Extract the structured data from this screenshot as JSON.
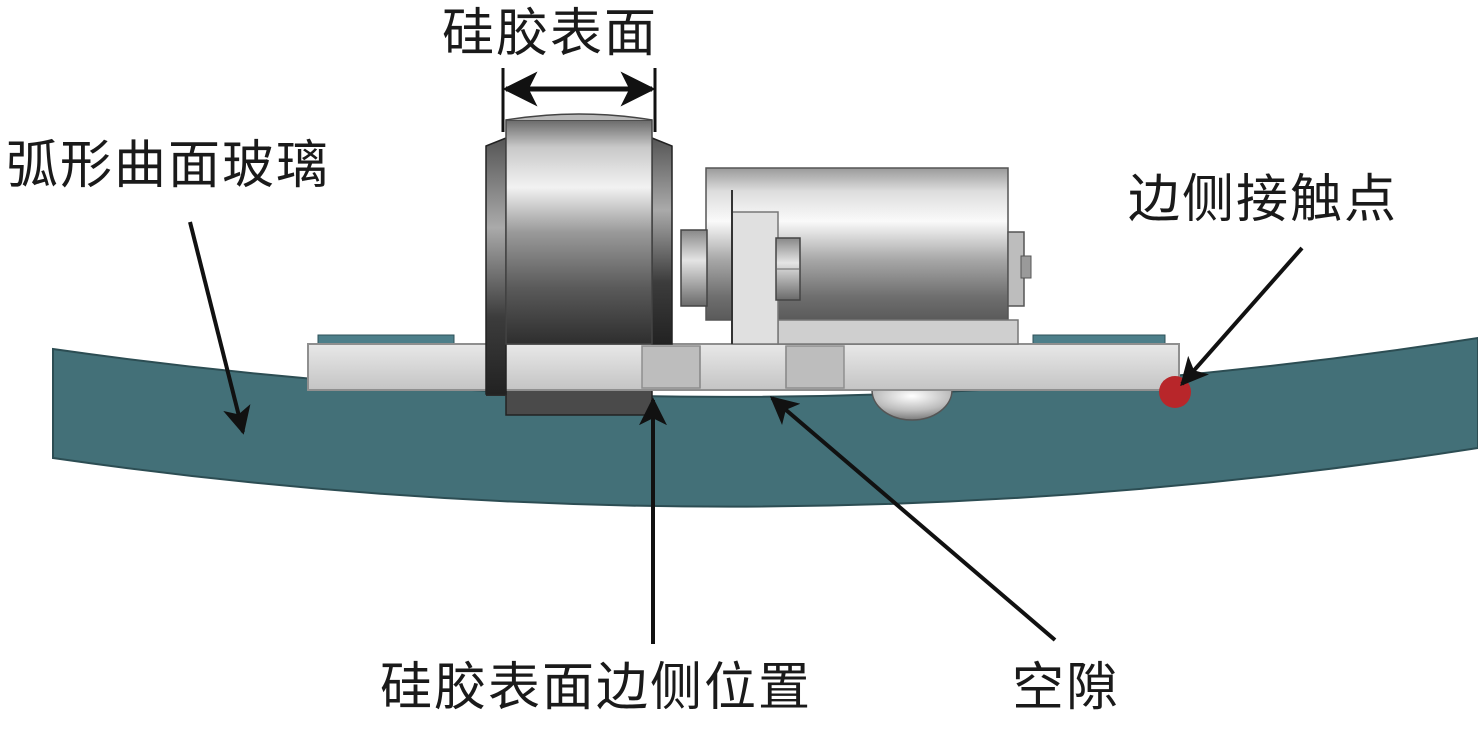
{
  "labels": {
    "silicone_surface": "硅胶表面",
    "curved_glass": "弧形曲面玻璃",
    "side_contact_point": "边侧接触点",
    "silicone_edge_position": "硅胶表面边侧位置",
    "gap": "空隙"
  },
  "colors": {
    "glass": "#437078",
    "glass_edge": "#2c4d53",
    "plate": "#d4d4d4",
    "plate_edge": "#8f8f8f",
    "contact_point": "#b8262a",
    "arrow": "#111111"
  }
}
